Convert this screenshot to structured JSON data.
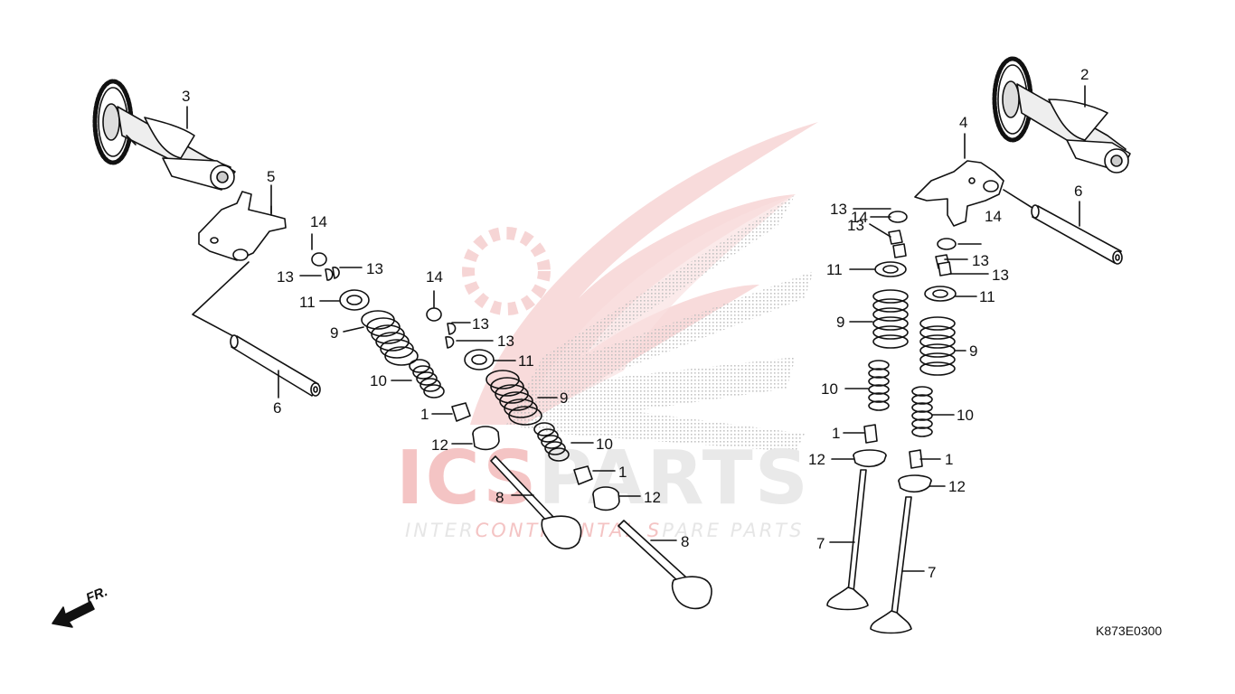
{
  "watermark": {
    "brand_a": "ICS",
    "brand_b": "PARTS",
    "tagline_a": "INTER",
    "tagline_b": "CONTINENTAL",
    "tagline_c": "S",
    "tagline_d": "PARE PARTS",
    "brand_color": "#f4c4c4",
    "gray_color": "#e9e9e9"
  },
  "diagram_code": "K873E0300",
  "front_marker": "FR.",
  "callouts": [
    {
      "id": "c3",
      "label": "3"
    },
    {
      "id": "c5",
      "label": "5"
    },
    {
      "id": "c6l",
      "label": "6"
    },
    {
      "id": "c14a",
      "label": "14"
    },
    {
      "id": "c13a",
      "label": "13"
    },
    {
      "id": "c13b",
      "label": "13"
    },
    {
      "id": "c11a",
      "label": "11"
    },
    {
      "id": "c9a",
      "label": "9"
    },
    {
      "id": "c10a",
      "label": "10"
    },
    {
      "id": "c1a",
      "label": "1"
    },
    {
      "id": "c12a",
      "label": "12"
    },
    {
      "id": "c8a",
      "label": "8"
    },
    {
      "id": "c14b",
      "label": "14"
    },
    {
      "id": "c13c",
      "label": "13"
    },
    {
      "id": "c13d",
      "label": "13"
    },
    {
      "id": "c11b",
      "label": "11"
    },
    {
      "id": "c9b",
      "label": "9"
    },
    {
      "id": "c10b",
      "label": "10"
    },
    {
      "id": "c1b",
      "label": "1"
    },
    {
      "id": "c12b",
      "label": "12"
    },
    {
      "id": "c8b",
      "label": "8"
    },
    {
      "id": "c2",
      "label": "2"
    },
    {
      "id": "c4",
      "label": "4"
    },
    {
      "id": "c6r",
      "label": "6"
    },
    {
      "id": "c14c",
      "label": "14"
    },
    {
      "id": "c13e",
      "label": "13"
    },
    {
      "id": "c13f",
      "label": "13"
    },
    {
      "id": "c11c",
      "label": "11"
    },
    {
      "id": "c9c",
      "label": "9"
    },
    {
      "id": "c10c",
      "label": "10"
    },
    {
      "id": "c1c",
      "label": "1"
    },
    {
      "id": "c12c",
      "label": "12"
    },
    {
      "id": "c7a",
      "label": "7"
    },
    {
      "id": "c14d",
      "label": "14"
    },
    {
      "id": "c13g",
      "label": "13"
    },
    {
      "id": "c13h",
      "label": "13"
    },
    {
      "id": "c11d",
      "label": "11"
    },
    {
      "id": "c9d",
      "label": "9"
    },
    {
      "id": "c10d",
      "label": "10"
    },
    {
      "id": "c1d",
      "label": "1"
    },
    {
      "id": "c12d",
      "label": "12"
    },
    {
      "id": "c7b",
      "label": "7"
    }
  ]
}
